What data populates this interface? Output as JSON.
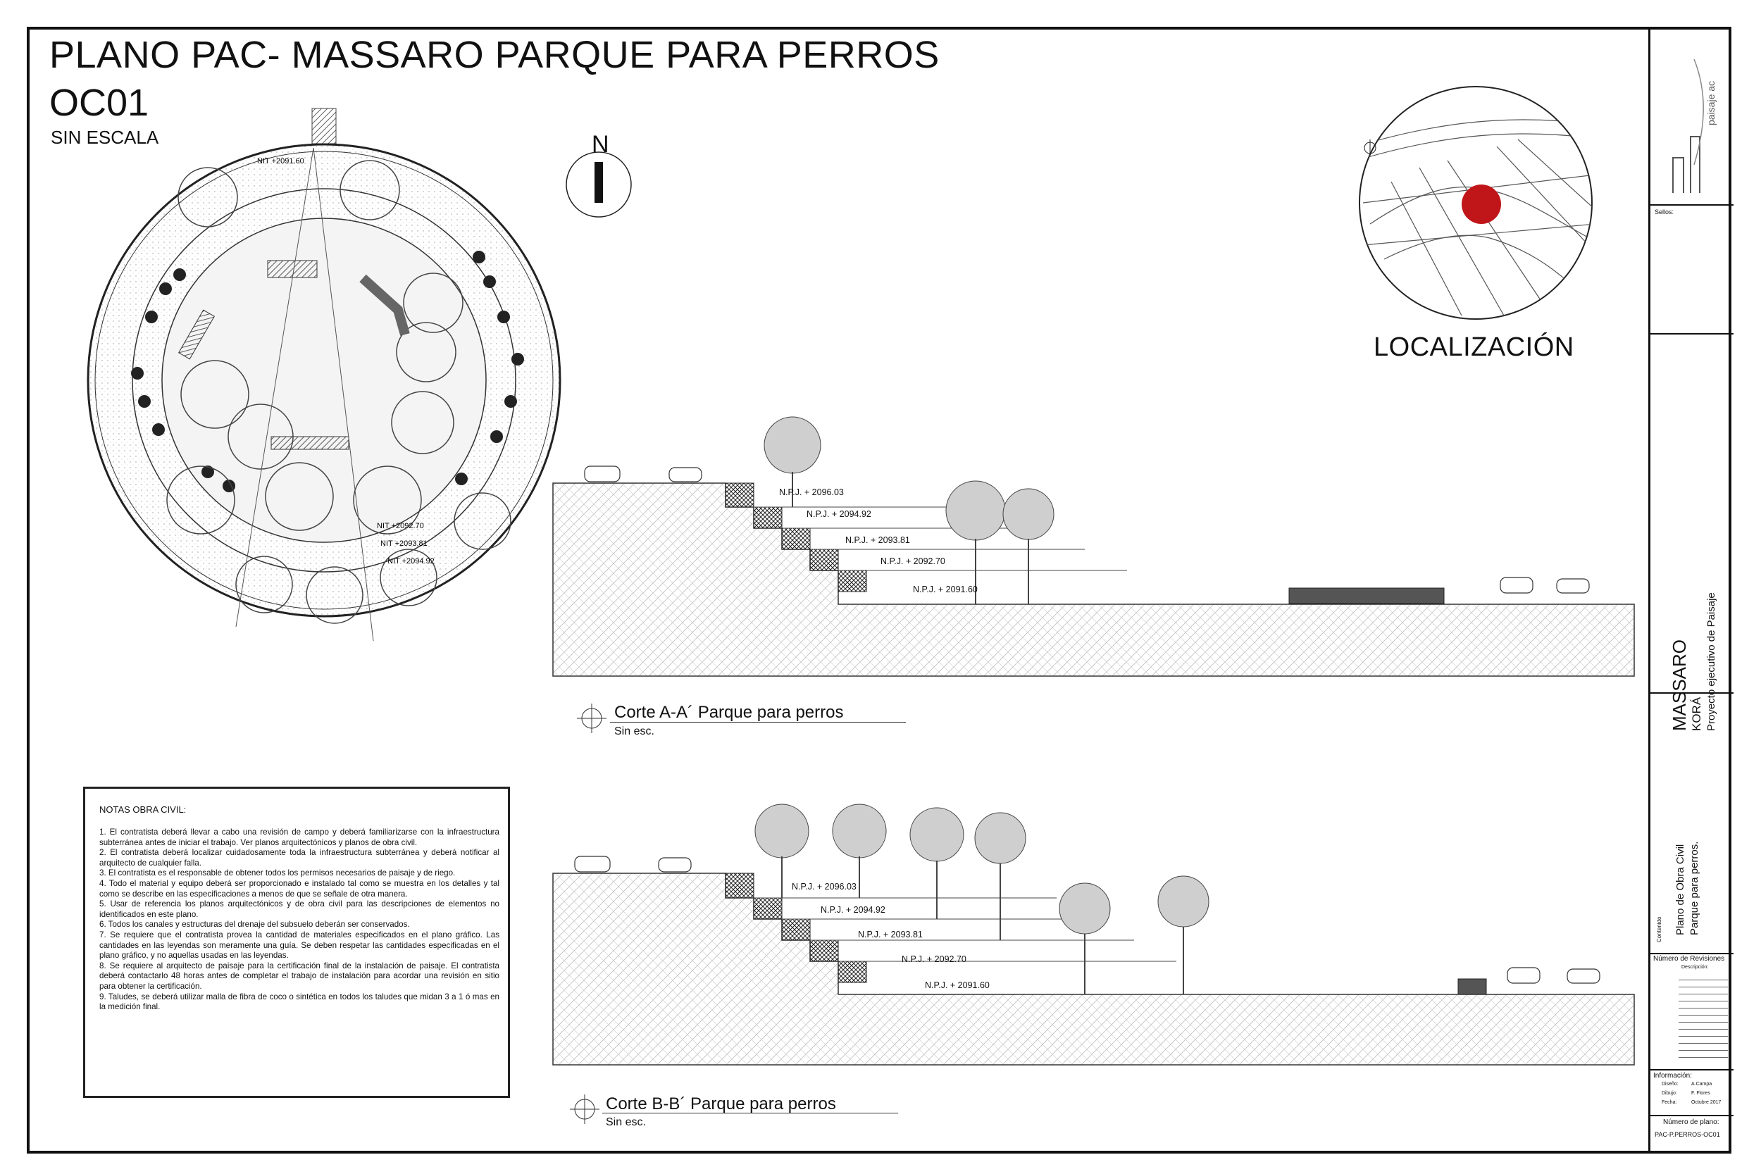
{
  "header": {
    "title": "PLANO PAC- MASSARO PARQUE PARA PERROS",
    "code": "OC01",
    "scale": "SIN ESCALA"
  },
  "north": {
    "letter": "N"
  },
  "plan": {
    "labels": [
      "NIT +2091.60",
      "NIT +2092.70",
      "NIT +2093.81",
      "NIT +2094.92"
    ]
  },
  "location": {
    "title": "LOCALIZACIÓN",
    "marker_color": "#c0161a"
  },
  "cuts": [
    {
      "title": "Corte A-A´ Parque para perros",
      "subtitle": "Sin esc.",
      "levels": [
        "N.P.J. + 2096.03",
        "N.P.J. + 2094.92",
        "N.P.J. + 2093.81",
        "N.P.J. + 2092.70",
        "N.P.J. + 2091.60"
      ]
    },
    {
      "title": "Corte B-B´ Parque para perros",
      "subtitle": "Sin esc.",
      "levels": [
        "N.P.J. + 2096.03",
        "N.P.J. + 2094.92",
        "N.P.J. + 2093.81",
        "N.P.J. + 2092.70",
        "N.P.J. + 2091.60"
      ]
    }
  ],
  "notes": {
    "title": "NOTAS OBRA CIVIL:",
    "items": [
      "1. El contratista deberá llevar a cabo una revisión de campo y deberá familiarizarse con la infraestructura subterránea antes de iniciar el trabajo. Ver planos arquitectónicos y planos de obra civil.",
      "2. El contratista deberá localizar cuidadosamente toda la infraestructura subterránea y deberá notificar al arquitecto de cualquier falla.",
      "3. El contratista es el responsable de obtener todos los permisos necesarios de paisaje y de riego.",
      "4. Todo el material y equipo deberá ser proporcionado e instalado tal como se muestra en los detalles y tal como se describe en las especificaciones a menos de que se señale de otra manera.",
      "5. Usar de referencia los planos arquitectónicos y de obra civil para las descripciones de elementos no identificados en este plano.",
      "6. Todos los canales y estructuras del drenaje del subsuelo deberán ser conservados.",
      "7. Se requiere que el contratista provea la cantidad de materiales especificados en el plano gráfico. Las cantidades en las leyendas son meramente una guía. Se deben respetar las cantidades especificadas en el plano gráfico, y no aquellas usadas en las leyendas.",
      "8. Se requiere al arquitecto de paisaje para la certificación final de la instalación de paisaje. El contratista deberá contactarlo 48 horas antes de completar el trabajo de instalación para acordar una revisión en sitio para obtener la certificación.",
      "9. Taludes, se deberá utilizar malla de fibra de coco o sintética en todos los taludes que midan 3 a 1 ó mas en la medición final."
    ]
  },
  "title_block": {
    "logo": "paisaje ac",
    "seals_label": "Sellos:",
    "project_name": "MASSARO",
    "project_sub": "KORÁ",
    "project_desc": "Proyecto ejecutivo de Paisaje",
    "content_label": "Contenido",
    "content_line1": "Plano de Obra Civil",
    "content_line2": "Parque para perros.",
    "revisions_label": "Número de Revisiones",
    "revisions_desc": "Descripción:",
    "info_label": "Información:",
    "info": [
      {
        "k": "Diseño:",
        "v": "A.Campa"
      },
      {
        "k": "Dibujo:",
        "v": "F. Flores"
      },
      {
        "k": "Fecha:",
        "v": "Octubre 2017"
      }
    ],
    "plan_number_label": "Número de plano:",
    "plan_number": "PAC-P.PERROS-OC01"
  }
}
